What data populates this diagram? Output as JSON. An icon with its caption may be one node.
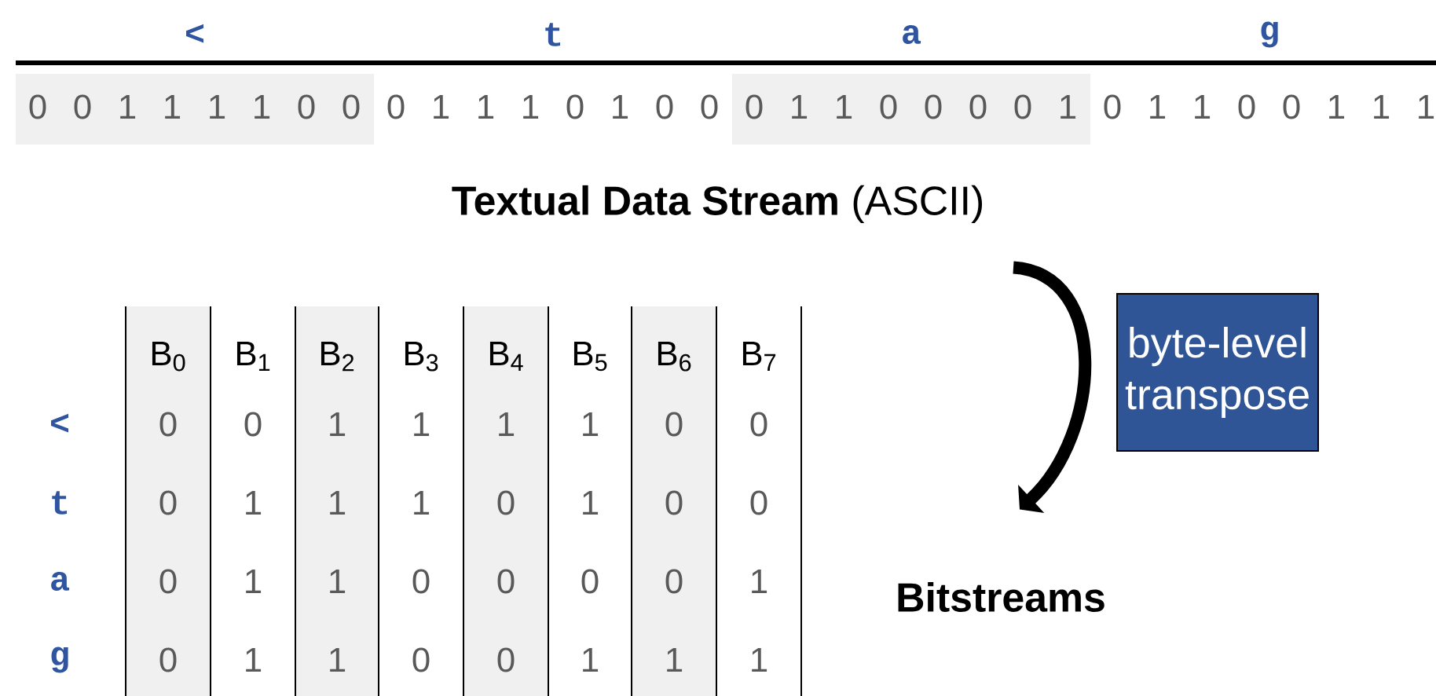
{
  "diagram": {
    "nodes": [
      {
        "text": [
          "**Textual Data Stream** (ASCII)"
        ]
      },
      {
        "text": [
          "Bitstreams"
        ]
      },
      {
        "text": [
          "byte-level transpose"
        ]
      }
    ],
    "edges": [
      {
        "from": 0,
        "to": 1,
        "arrow": "to"
      }
    ],
    "labels": [
      "<",
      "t",
      "a",
      "g",
      "0",
      "0",
      "1",
      "1",
      "1",
      "1",
      "0",
      "0",
      "0",
      "1",
      "1",
      "1",
      "0",
      "1",
      "0",
      "0",
      "0",
      "1",
      "1",
      "0",
      "0",
      "0",
      "0",
      "1",
      "0",
      "1",
      "1",
      "0",
      "0",
      "1",
      "1",
      "1",
      "B$_{0}$",
      "B$_{1}$",
      "B$_{2}$",
      "B$_{3}$",
      "B$_{4}$",
      "B$_{5}$",
      "B$_{6}$",
      "B$_{7}$",
      "<",
      "0",
      "0",
      "1",
      "1",
      "1",
      "1",
      "0",
      "0",
      "t",
      "0",
      "1",
      "1",
      "1",
      "0",
      "1",
      "0",
      "0",
      "a",
      "0",
      "1",
      "1",
      "0",
      "0",
      "0",
      "0",
      "1",
      "g",
      "0",
      "1",
      "1",
      "0",
      "0",
      "1",
      "1",
      "1"
    ]
  }
}
